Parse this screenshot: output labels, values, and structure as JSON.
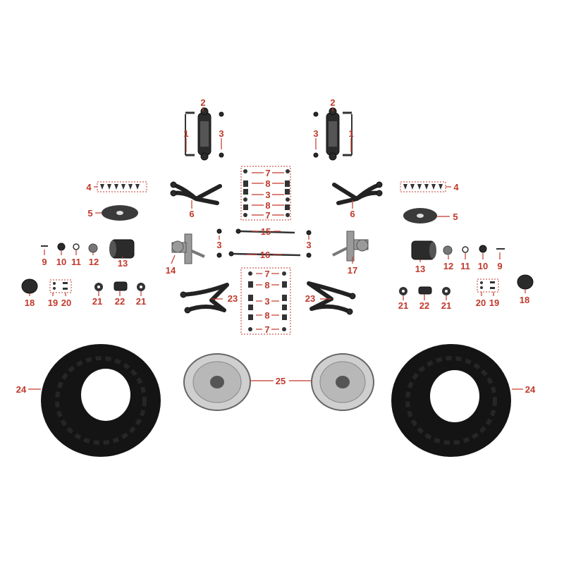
{
  "callouts": {
    "c1": "1",
    "c2": "2",
    "c3": "3",
    "c4": "4",
    "c5": "5",
    "c6": "6",
    "c7": "7",
    "c8": "8",
    "c9": "9",
    "c10": "10",
    "c11": "11",
    "c12": "12",
    "c13": "13",
    "c14": "14",
    "c15": "15",
    "c16": "16",
    "c17": "17",
    "c18": "18",
    "c19": "19",
    "c20": "20",
    "c21": "21",
    "c22": "22",
    "c23": "23",
    "c24": "24",
    "c25": "25"
  },
  "colors": {
    "callout": "#c0392b",
    "parts": "#2b2b2b",
    "metal": "#9a9a9a",
    "tire": "#141414"
  }
}
